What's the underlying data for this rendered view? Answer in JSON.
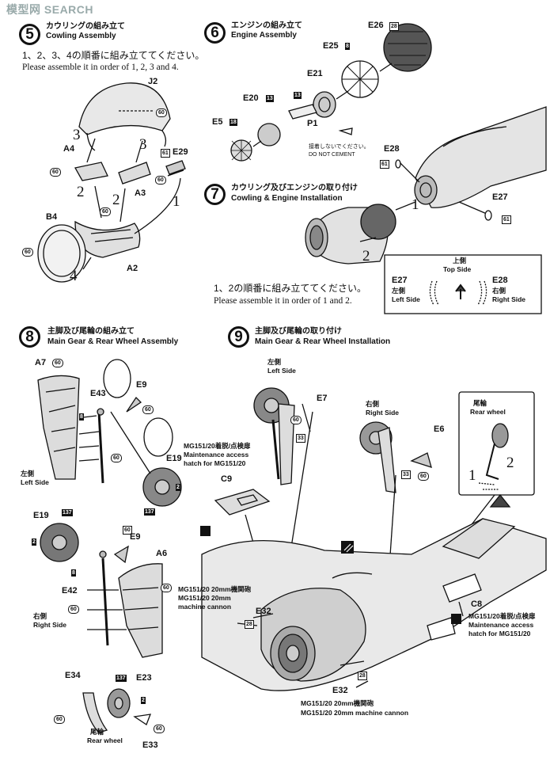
{
  "watermark": "模型网 SEARCH",
  "steps": {
    "s5": {
      "num": "5",
      "jp": "カウリングの組み立て",
      "en": "Cowling Assembly",
      "inst_jp": "1、2、3、4の順番に組み立ててください。",
      "inst_en": "Please assemble it in order of 1, 2, 3 and 4."
    },
    "s6": {
      "num": "6",
      "jp": "エンジンの組み立て",
      "en": "Engine Assembly",
      "note_jp": "接着しないでください。",
      "note_en": "DO NOT CEMENT"
    },
    "s7": {
      "num": "7",
      "jp": "カウリング及びエンジンの取り付け",
      "en": "Cowling & Engine Installation",
      "inst_jp": "1、2の順番に組み立ててください。",
      "inst_en": "Please assemble it in order of 1 and 2."
    },
    "s8": {
      "num": "8",
      "jp": "主脚及び尾輪の組み立て",
      "en": "Main Gear & Rear Wheel Assembly"
    },
    "s9": {
      "num": "9",
      "jp": "主脚及び尾輪の取り付け",
      "en": "Main Gear & Rear Wheel Installation"
    }
  },
  "parts": {
    "J2": "J2",
    "A4": "A4",
    "A3": "A3",
    "E29": "E29",
    "B4": "B4",
    "A2": "A2",
    "E26": "E26",
    "E25": "E25",
    "E21": "E21",
    "E20": "E20",
    "E5": "E5",
    "P1": "P1",
    "E28": "E28",
    "E27": "E27",
    "A7": "A7",
    "E43": "E43",
    "E9a": "E9",
    "E19a": "E19",
    "E19b": "E19",
    "E9b": "E9",
    "A6": "A6",
    "E42": "E42",
    "E34": "E34",
    "E23": "E23",
    "E33": "E33",
    "E7": "E7",
    "E6": "E6",
    "C9": "C9",
    "C8": "C8",
    "E32a": "E32",
    "E32b": "E32"
  },
  "badges": {
    "b60": "60",
    "b61": "61",
    "b28": "28",
    "b8": "8",
    "b13": "13",
    "b18": "18",
    "b137": "137",
    "b33": "33",
    "b2": "2"
  },
  "sequence": {
    "n1": "1",
    "n2": "2",
    "n3": "3",
    "n4": "4"
  },
  "sides": {
    "top_jp": "上側",
    "top_en": "Top Side",
    "left_jp": "左側",
    "left_en": "Left Side",
    "right_jp": "右側",
    "right_en": "Right Side",
    "rear_jp": "尾輪",
    "rear_en": "Rear wheel"
  },
  "callouts": {
    "hatch_c9_jp": "MG151/20着脱/点検扉",
    "hatch_c9_en1": "Maintenance access",
    "hatch_c9_en2": "hatch for MG151/20",
    "hatch_c8_jp": "MG151/20着脱/点検扉",
    "hatch_c8_en1": "Maintenance access",
    "hatch_c8_en2": "hatch for MG151/20",
    "cannon_a_jp": "MG151/20 20mm機関砲",
    "cannon_a_en1": "MG151/20 20mm",
    "cannon_a_en2": "machine cannon",
    "cannon_b_jp": "MG151/20 20mm機関砲",
    "cannon_b_en": "MG151/20 20mm machine cannon"
  }
}
